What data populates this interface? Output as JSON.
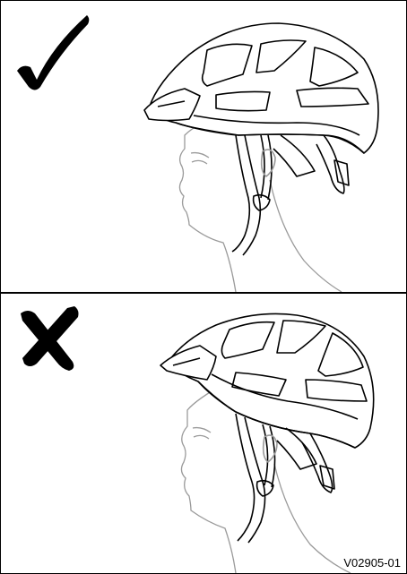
{
  "figure": {
    "reference_code": "V02905-01",
    "panels": [
      {
        "id": "correct",
        "mark_icon": "checkmark-icon",
        "verdict": "correct"
      },
      {
        "id": "incorrect",
        "mark_icon": "cross-icon",
        "verdict": "incorrect"
      }
    ],
    "colors": {
      "line": "#000000",
      "head_outline": "#9a9a9a",
      "background": "#ffffff"
    }
  }
}
